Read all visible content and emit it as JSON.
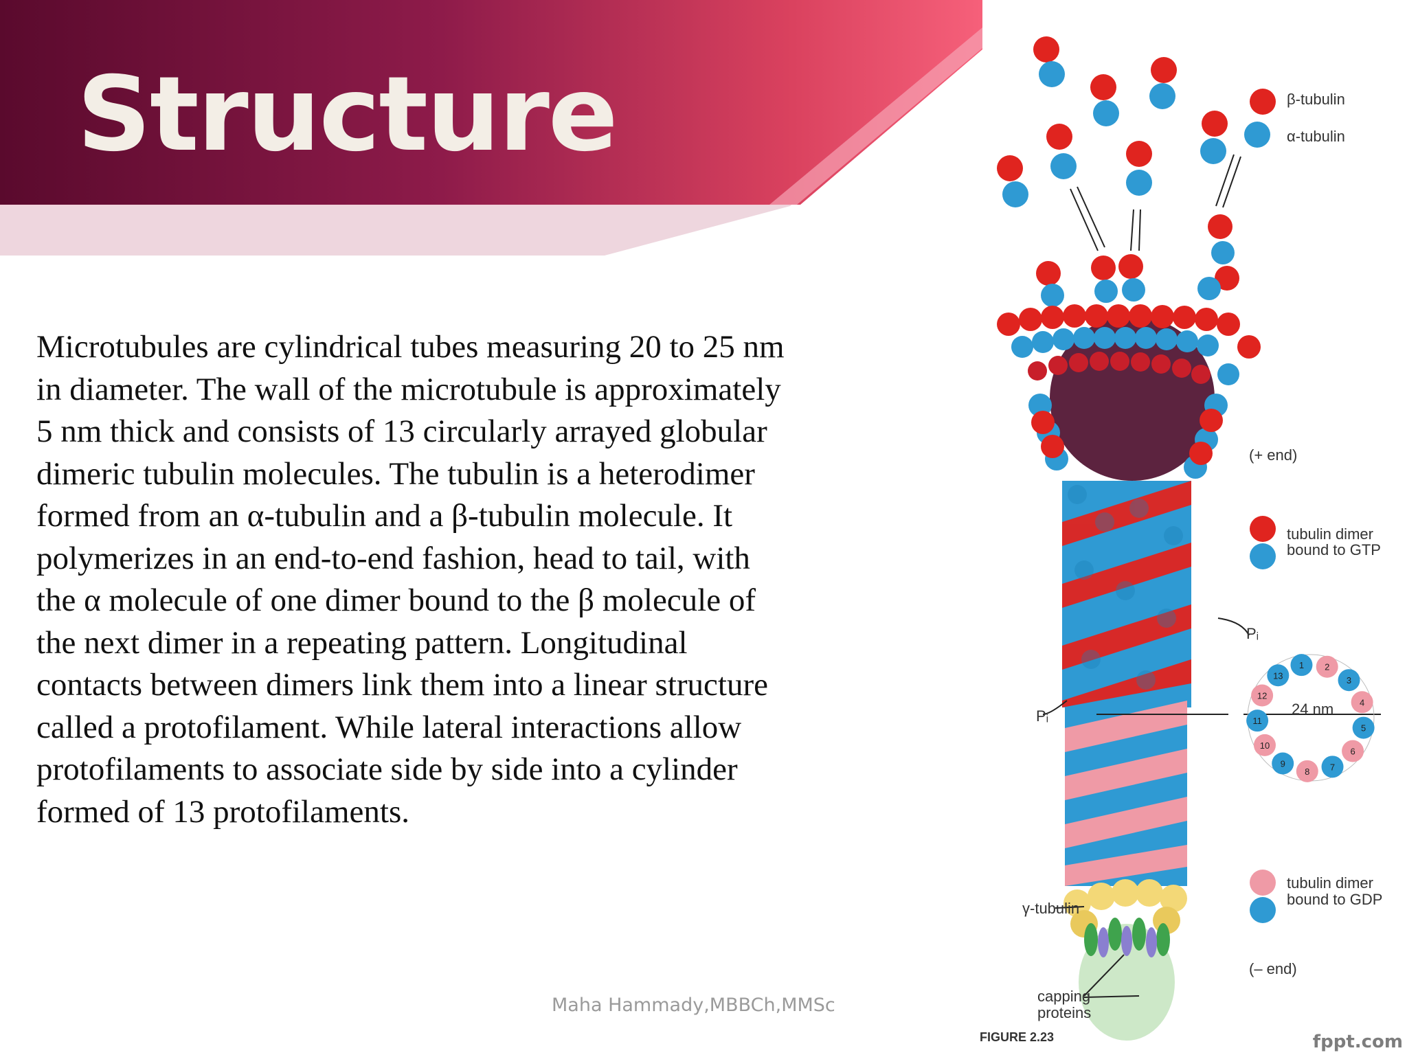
{
  "slide": {
    "title": "Structure",
    "body": "Microtubules are cylindrical tubes measuring 20 to 25 nm\nin diameter. The wall of the microtubule is approximately\n5 nm thick and consists of 13 circularly arrayed globular\ndimeric tubulin molecules.  The tubulin is a heterodimer\nformed from an α-tubulin and a β-tubulin molecule. It\npolymerizes in an end-to-end fashion, head to tail, with\nthe α molecule of one dimer bound to the β molecule of\nthe next dimer in a repeating pattern. Longitudinal\ncontacts between dimers link them into a linear structure\ncalled a protofilament. While lateral interactions allow\nprotofilaments to associate side by side into a cylinder\nformed of 13 protofilaments.",
    "footer": "Maha Hammady,MBBCh,MMSc",
    "watermark": "fppt.com"
  },
  "figure": {
    "labels": {
      "beta_tubulin": "β-tubulin",
      "alpha_tubulin": "α-tubulin",
      "plus_end": "(+ end)",
      "gtp_dimer_line1": "tubulin dimer",
      "gtp_dimer_line2": "bound to GTP",
      "pi_right": "Pᵢ",
      "pi_left": "Pᵢ",
      "diameter": "24 nm",
      "gdp_dimer_line1": "tubulin dimer",
      "gdp_dimer_line2": "bound to GDP",
      "gamma_tubulin": "γ-tubulin",
      "minus_end": "(– end)",
      "capping_line1": "capping",
      "capping_line2": "proteins",
      "caption_fragment": "FIGURE 2.23"
    },
    "ring_numbers": [
      "1",
      "2",
      "3",
      "4",
      "5",
      "6",
      "7",
      "8",
      "9",
      "10",
      "11",
      "12",
      "13"
    ]
  },
  "colors": {
    "header_dark": "#5c0a2e",
    "header_mid": "#8c1a48",
    "header_light": "#f0586f",
    "beta_tubulin_red": "#e0241f",
    "alpha_tubulin_blue": "#2f9ad3",
    "gdp_pink": "#ef9aa6",
    "gamma_yellow": "#f3d877",
    "cap_green": "#cde8c8"
  }
}
